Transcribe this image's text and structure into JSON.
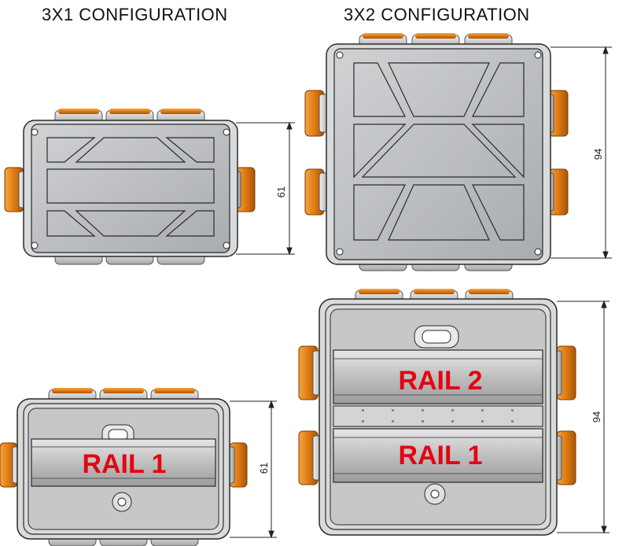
{
  "headings": {
    "left": "3X1 CONFIGURATION",
    "right": "3X2 CONFIGURATION"
  },
  "dimensions": {
    "top_left": "61",
    "top_right": "94",
    "bottom_left": "61",
    "bottom_right": "94"
  },
  "rails": {
    "bottom_left_rail": "RAIL 1",
    "bottom_right_upper_rail": "RAIL 2",
    "bottom_right_lower_rail": "RAIL 1"
  },
  "colors": {
    "gland_orange": "#e07a12",
    "gland_cap": "#d9d9d9",
    "body_grey": "#b9bcbf",
    "outline": "#2a2a2a",
    "rail_label": "#e30613"
  }
}
